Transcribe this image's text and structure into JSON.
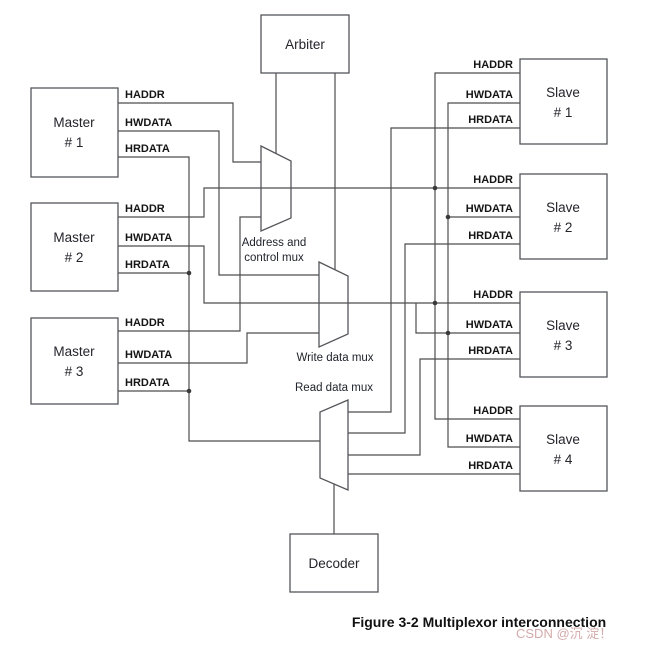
{
  "diagram": {
    "arbiter": {
      "label": "Arbiter"
    },
    "decoder": {
      "label": "Decoder"
    },
    "masters": [
      {
        "label": "Master",
        "sub": "# 1",
        "signals": [
          "HADDR",
          "HWDATA",
          "HRDATA"
        ]
      },
      {
        "label": "Master",
        "sub": "# 2",
        "signals": [
          "HADDR",
          "HWDATA",
          "HRDATA"
        ]
      },
      {
        "label": "Master",
        "sub": "# 3",
        "signals": [
          "HADDR",
          "HWDATA",
          "HRDATA"
        ]
      }
    ],
    "slaves": [
      {
        "label": "Slave",
        "sub": "# 1",
        "signals": [
          "HADDR",
          "HWDATA",
          "HRDATA"
        ]
      },
      {
        "label": "Slave",
        "sub": "# 2",
        "signals": [
          "HADDR",
          "HWDATA",
          "HRDATA"
        ]
      },
      {
        "label": "Slave",
        "sub": "# 3",
        "signals": [
          "HADDR",
          "HWDATA",
          "HRDATA"
        ]
      },
      {
        "label": "Slave",
        "sub": "# 4",
        "signals": [
          "HADDR",
          "HWDATA",
          "HRDATA"
        ]
      }
    ],
    "muxes": {
      "address": {
        "label_line1": "Address and",
        "label_line2": "control mux"
      },
      "write": {
        "label": "Write data mux"
      },
      "read": {
        "label": "Read data mux"
      }
    },
    "caption": "Figure 3-2 Multiplexor interconnection",
    "watermark": "CSDN @沉 淀！",
    "colors": {
      "line": "#4d4d4d",
      "text": "#151515",
      "watermark": "#c99595"
    }
  }
}
